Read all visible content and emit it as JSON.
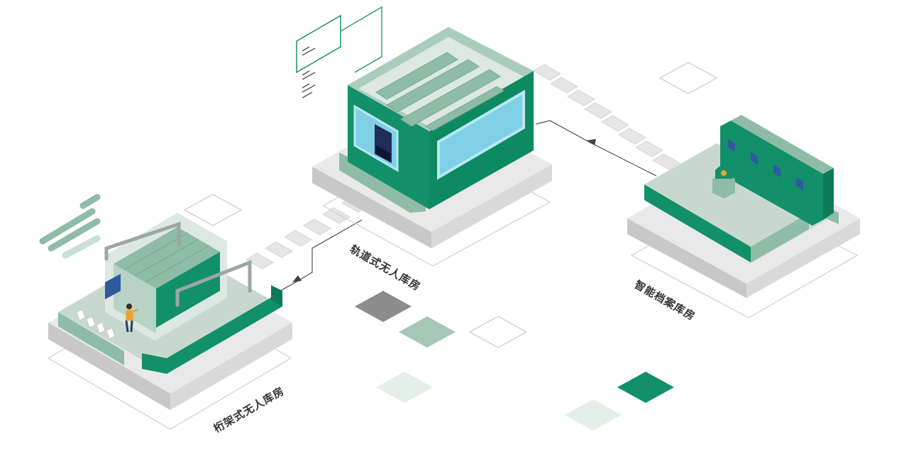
{
  "labels": {
    "shelf_room": "桁架式无人库房",
    "rail_room": "轨道式无人库房",
    "archive_room": "智能档案库房"
  },
  "colors": {
    "primary_green": "#11906A",
    "dark_green": "#0E7A5A",
    "mid_green": "#8FBCA6",
    "light_green": "#C9E0D4",
    "pale_green": "#E3EFE8",
    "screen_blue": "#7FD0E6",
    "platform_gray": "#D6D6D6",
    "dark_gray": "#8C8C8C",
    "worker_orange": "#F0A02D"
  },
  "icons": {
    "document": "document-panel-icon",
    "worker": "worker-figure-icon",
    "robot": "robot-cart-icon"
  }
}
